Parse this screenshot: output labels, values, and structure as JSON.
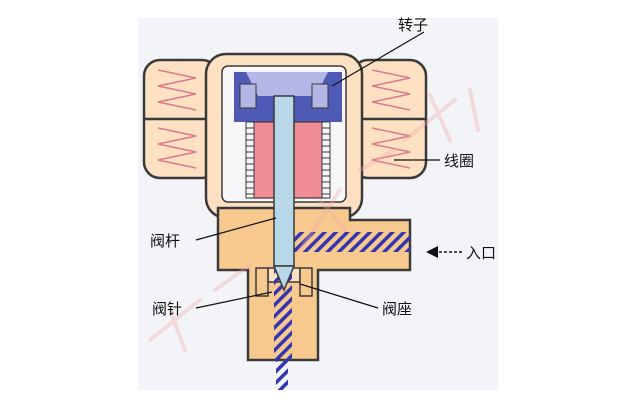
{
  "labels": {
    "rotor": "转子",
    "coil": "线圈",
    "valve_stem": "阀杆",
    "inlet": "入口",
    "valve_needle": "阀针",
    "valve_seat": "阀座"
  },
  "colors": {
    "panel": "#f3f4f7",
    "outline": "#3a3a3a",
    "coil_fill": "#fde1c2",
    "coil_zigzag": "#d97a8a",
    "rotor_dark": "#4f5ab6",
    "rotor_light": "#b3b7e6",
    "thread_pink": "#ef8c96",
    "stem": "#b8d7e8",
    "body_orange": "#f7c98f",
    "flow_blue": "#3535b0",
    "watermark": "#f1a9a9"
  }
}
